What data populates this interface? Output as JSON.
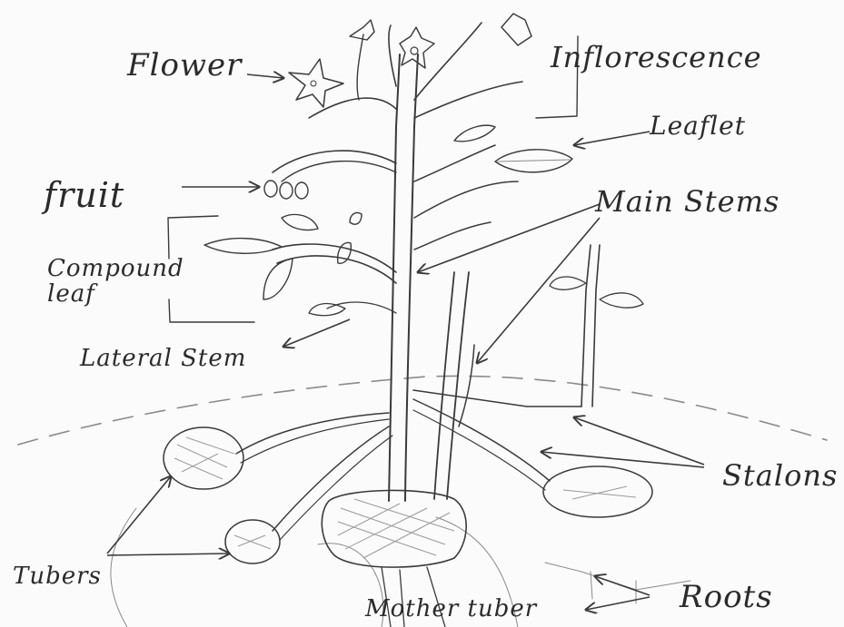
{
  "diagram": {
    "labels": {
      "flower": "Flower",
      "inflorescence": "Inflorescence",
      "leaflet": "Leaflet",
      "fruit": "fruit",
      "main_stems": "Main Stems",
      "compound_leaf": "Compound leaf",
      "lateral_stem": "Lateral Stem",
      "stolons": "Stalons",
      "tubers": "Tubers",
      "mother_tuber": "Mother tuber",
      "roots": "Roots"
    }
  },
  "colors": {
    "ink": "#3a3a3a",
    "pencil": "#8a8a8a",
    "paper": "#fbfbfb"
  }
}
